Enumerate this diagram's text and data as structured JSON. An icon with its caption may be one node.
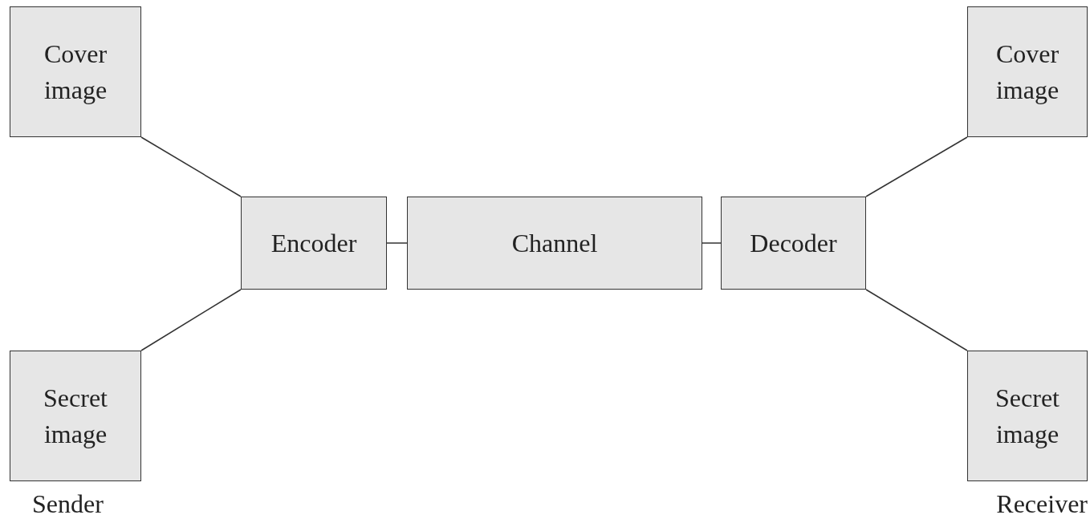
{
  "diagram": {
    "nodes": [
      {
        "text": [
          "Cover image"
        ]
      },
      {
        "text": [
          "Secret image"
        ],
        "beside": [
          "Sender"
        ]
      },
      {
        "text": [
          "Encoder"
        ]
      },
      {
        "text": [
          "Channel"
        ]
      },
      {
        "text": [
          "Decoder"
        ]
      },
      {
        "text": [
          "Cover image"
        ]
      },
      {
        "text": [
          "Secret image"
        ],
        "beside": [
          "Receiver"
        ]
      }
    ],
    "edges": [
      {
        "from": 0,
        "to": 2,
        "arrow": "none"
      },
      {
        "from": 1,
        "to": 2,
        "arrow": "none"
      },
      {
        "from": 2,
        "to": 3,
        "arrow": "none"
      },
      {
        "from": 3,
        "to": 4,
        "arrow": "none"
      },
      {
        "from": 4,
        "to": 5,
        "arrow": "none"
      },
      {
        "from": 4,
        "to": 6,
        "arrow": "none"
      }
    ]
  }
}
